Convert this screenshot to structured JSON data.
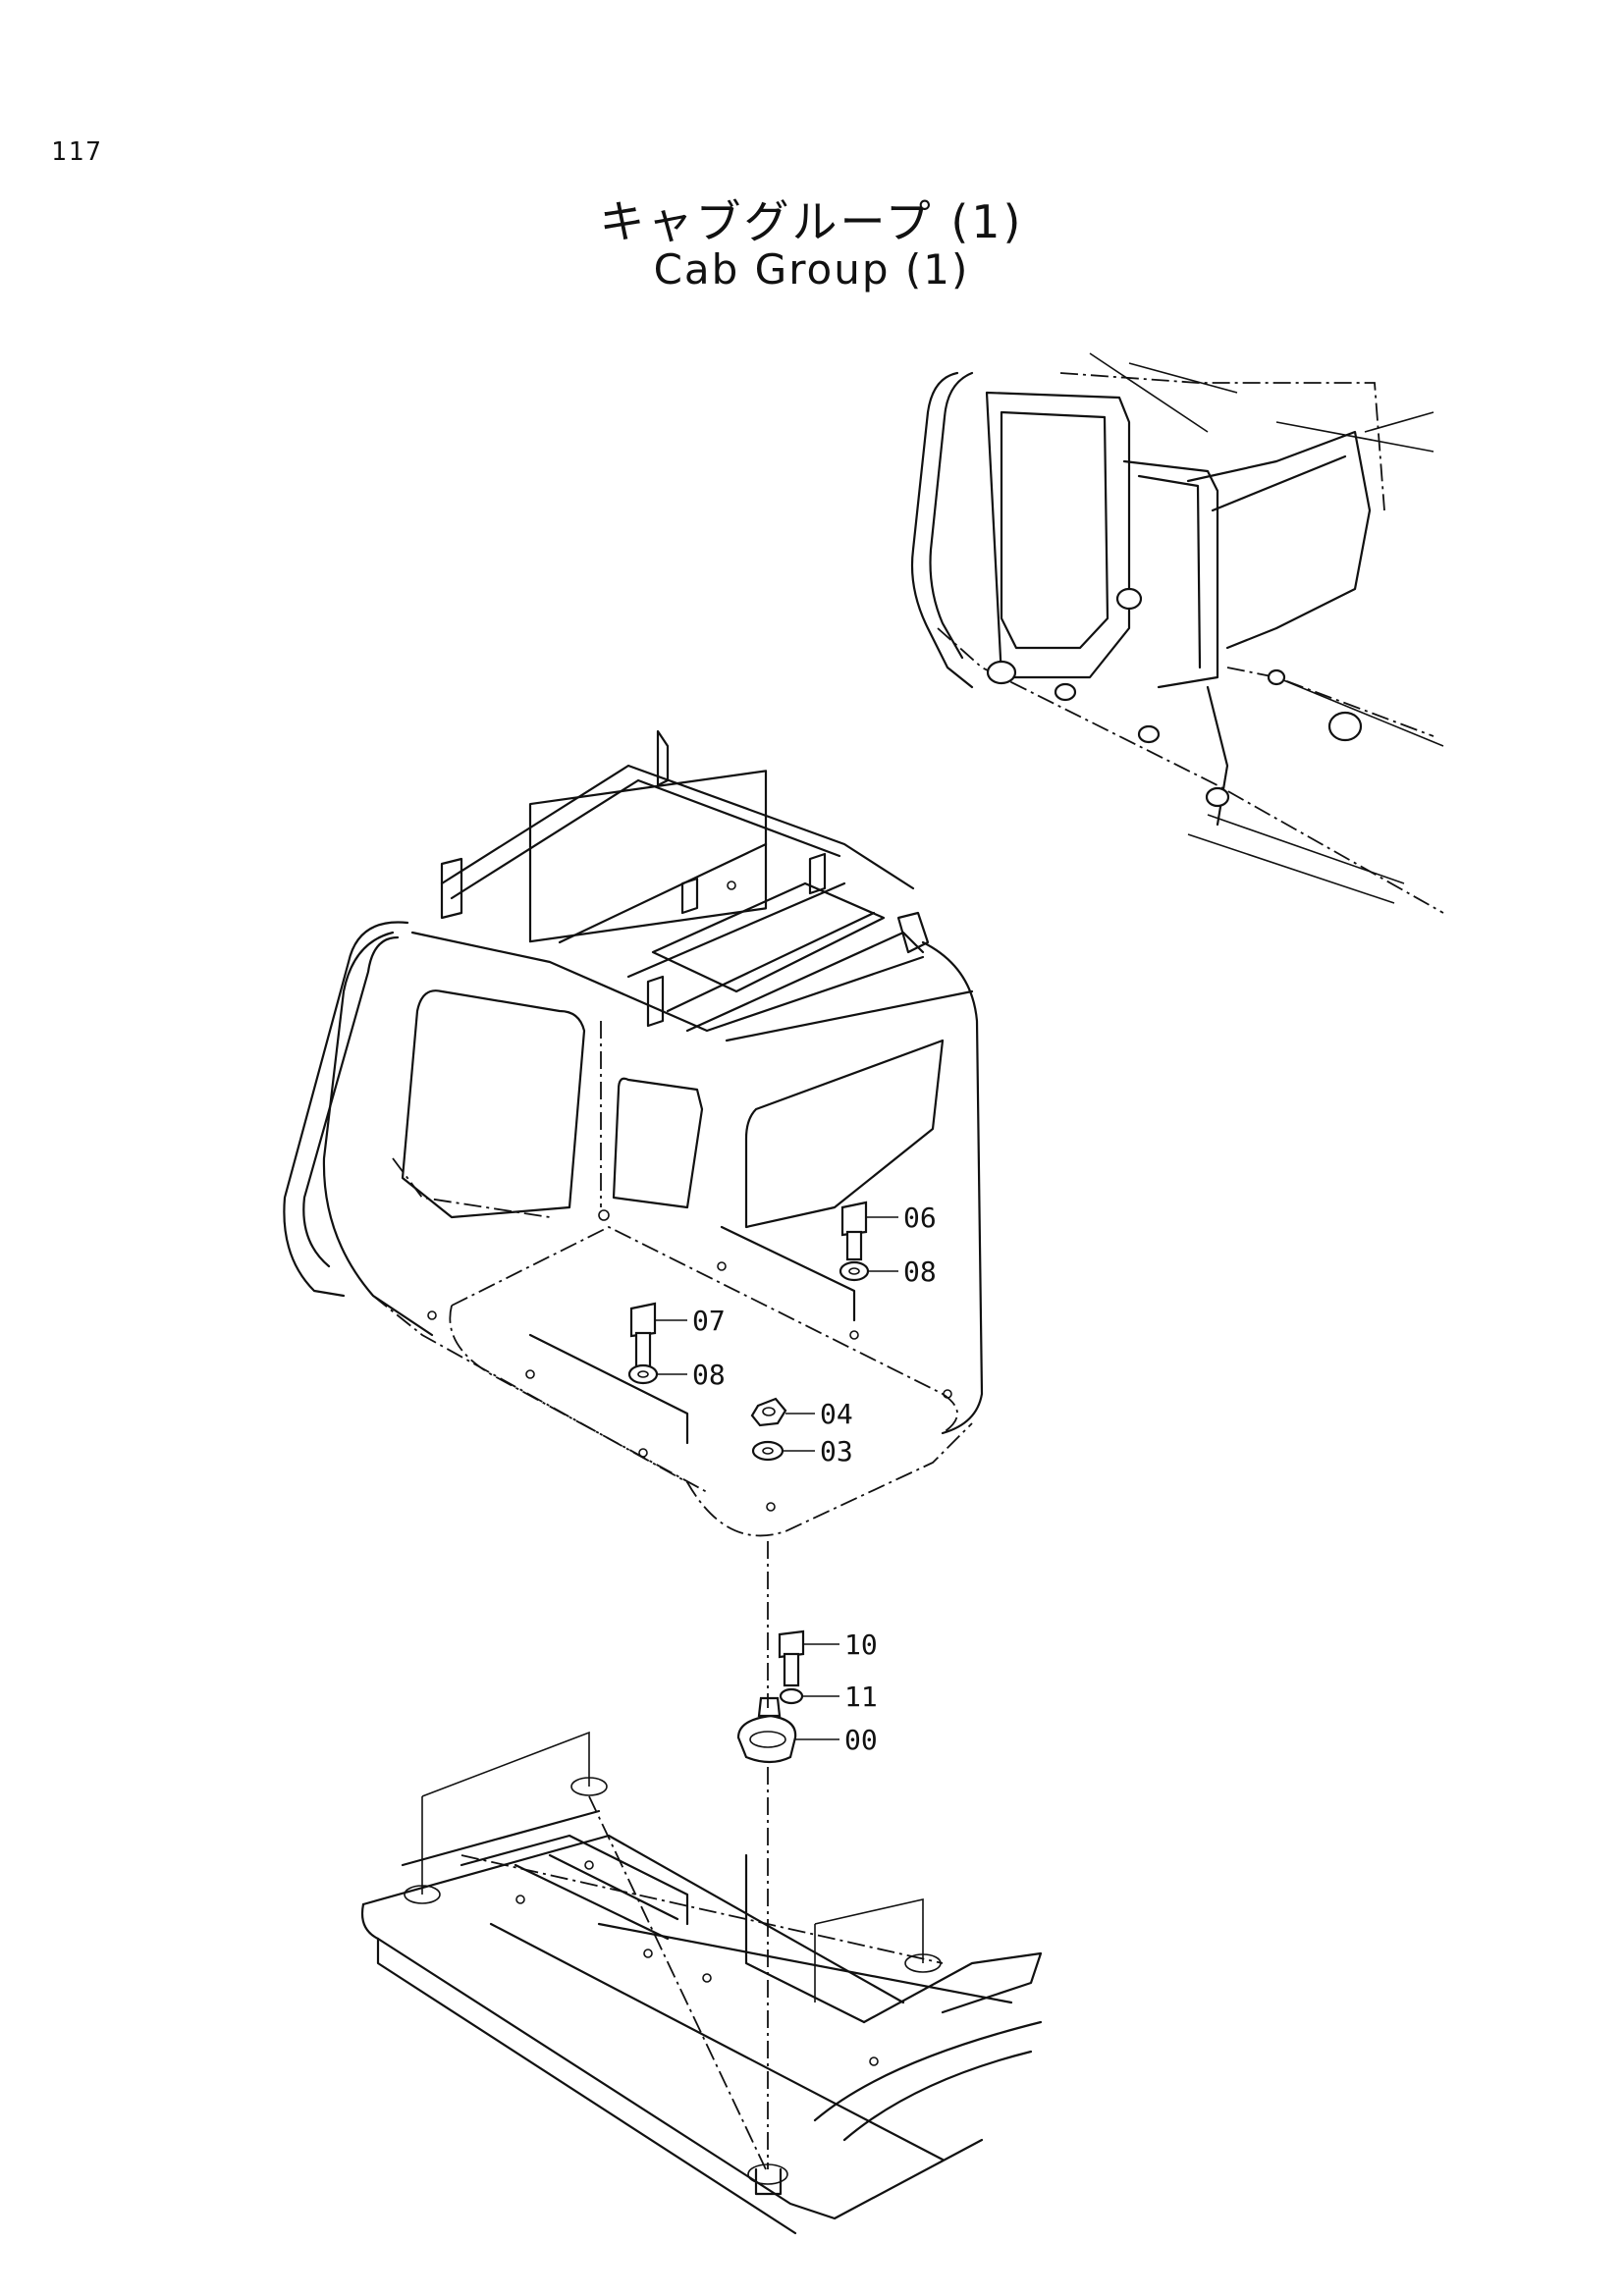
{
  "page_number": "117",
  "title": {
    "japanese": "キャブグループ (1)",
    "english": "Cab Group (1)"
  },
  "callouts": [
    {
      "id": "c06",
      "label": "06",
      "part": "bolt"
    },
    {
      "id": "c08a",
      "label": "08",
      "part": "washer"
    },
    {
      "id": "c07",
      "label": "07",
      "part": "bolt"
    },
    {
      "id": "c08b",
      "label": "08",
      "part": "washer"
    },
    {
      "id": "c04",
      "label": "04",
      "part": "nut"
    },
    {
      "id": "c03",
      "label": "03",
      "part": "washer"
    },
    {
      "id": "c10",
      "label": "10",
      "part": "bolt"
    },
    {
      "id": "c11",
      "label": "11",
      "part": "spring-washer"
    },
    {
      "id": "c00",
      "label": "00",
      "part": "rubber-mount"
    }
  ]
}
